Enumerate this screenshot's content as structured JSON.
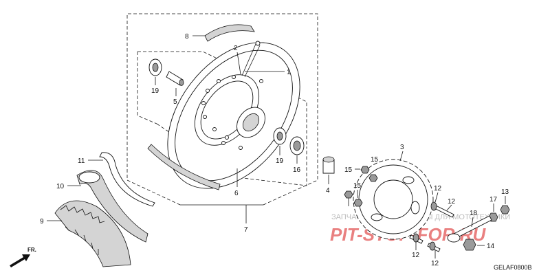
{
  "diagram_code": "GELAF0800B",
  "front_indicator": "FR.",
  "watermark": {
    "line1": "ЗАПЧАСТИ И АКСЕССУАРЫ ДЛЯ МОТОТЕХНИКИ",
    "brand": "PIT-STOP-FOR.RU"
  },
  "callouts": {
    "c1": "1",
    "c2": "2",
    "c3": "3",
    "c4": "4",
    "c5": "5",
    "c6": "6",
    "c7": "7",
    "c8": "8",
    "c9": "9",
    "c10": "10",
    "c11": "11",
    "c12a": "12",
    "c12b": "12",
    "c12c": "12",
    "c12d": "12",
    "c13": "13",
    "c14": "14",
    "c15a": "15",
    "c15b": "15",
    "c15c": "15",
    "c16": "16",
    "c17": "17",
    "c18": "18",
    "c19a": "19",
    "c19b": "19"
  }
}
